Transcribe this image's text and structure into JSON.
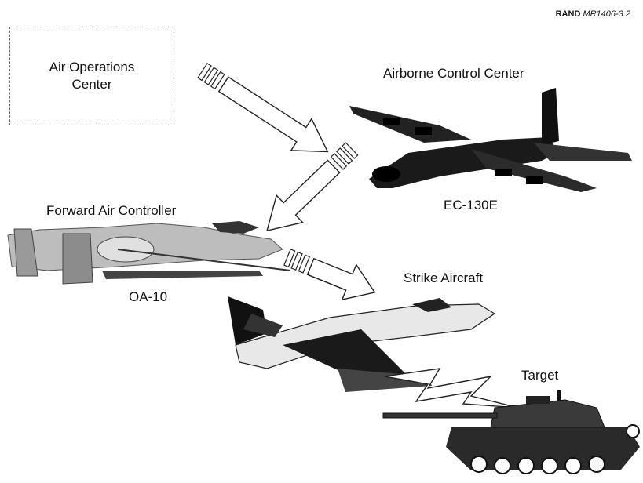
{
  "header": {
    "report_tag_prefix": "RAND",
    "report_tag_id": "MR1406-3.2"
  },
  "nodes": {
    "air_operations_center": {
      "line1": "Air Operations",
      "line2": "Center"
    },
    "airborne_control_center": {
      "label": "Airborne Control Center",
      "aircraft": "EC-130E"
    },
    "forward_air_controller": {
      "label": "Forward Air Controller",
      "aircraft": "OA-10"
    },
    "strike_aircraft": {
      "label": "Strike Aircraft"
    },
    "target": {
      "label": "Target"
    }
  }
}
